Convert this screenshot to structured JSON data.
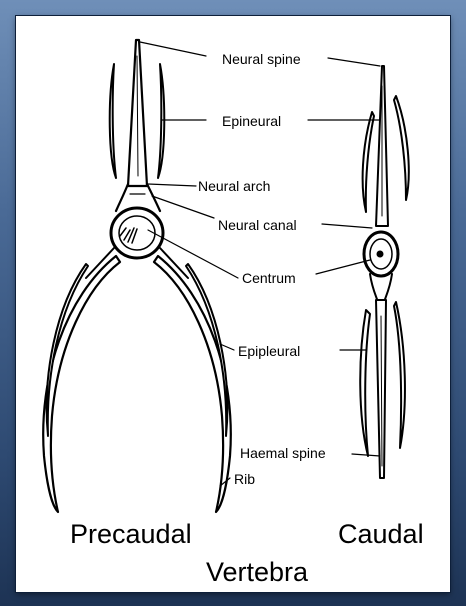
{
  "labels": {
    "neural_spine": "Neural spine",
    "epineural": "Epineural",
    "neural_arch": "Neural arch",
    "neural_canal": "Neural canal",
    "centrum": "Centrum",
    "epipleural": "Epipleural",
    "haemal_spine": "Haemal spine",
    "rib": "Rib"
  },
  "captions": {
    "precaudal": "Precaudal",
    "caudal": "Caudal",
    "title": "Vertebra"
  },
  "colors": {
    "background_top": "#6f8fb8",
    "background_bottom": "#1d3354",
    "panel": "#ffffff",
    "ink": "#000000"
  }
}
